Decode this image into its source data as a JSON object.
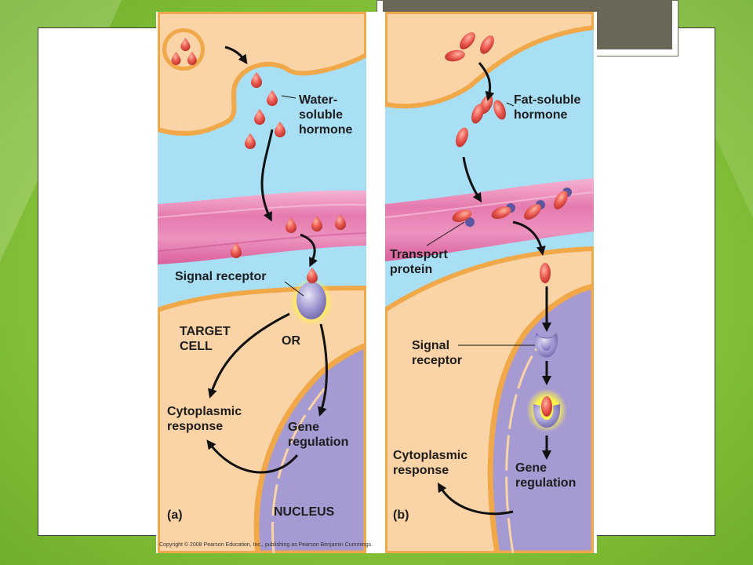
{
  "figure": {
    "panel_a": {
      "label": "(a)",
      "hormone_label": "Water-\nsoluble\nhormone",
      "receptor_label": "Signal receptor",
      "target_cell_label": "TARGET\nCELL",
      "or_label": "OR",
      "cyto_response_label": "Cytoplasmic\nresponse",
      "gene_regulation_label": "Gene\nregulation",
      "nucleus_label": "NUCLEUS"
    },
    "panel_b": {
      "label": "(b)",
      "hormone_label": "Fat-soluble\nhormone",
      "transport_label": "Transport\nprotein",
      "receptor_label": "Signal\nreceptor",
      "cyto_response_label": "Cytoplasmic\nresponse",
      "gene_regulation_label": "Gene\nregulation"
    },
    "copyright": "Copyright © 2008 Pearson Education, Inc., publishing as Pearson Benjamin Cummings."
  },
  "colors": {
    "background_green": "#8cc43c",
    "cell_peach": "#fad3a6",
    "membrane_orange": "#f0a848",
    "extracellular_blue": "#a8dff4",
    "blood_vessel_pink": "#e878b0",
    "nucleus_purple": "#a69ad2",
    "hormone_red": "#e4504a",
    "receptor_lavender": "#8e86c4"
  }
}
